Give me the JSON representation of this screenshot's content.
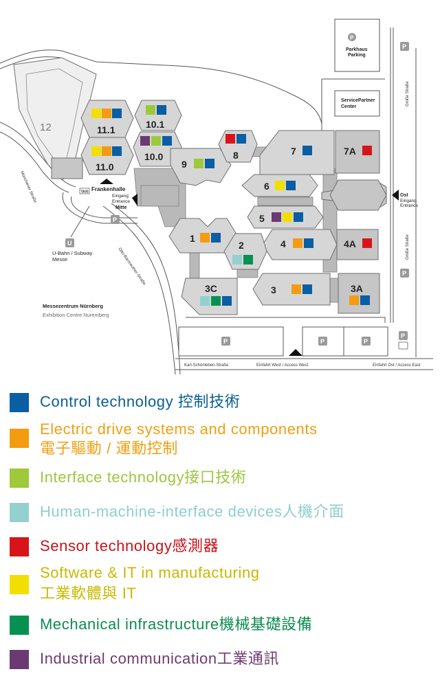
{
  "colors": {
    "control": "#0a5ea3",
    "electric": "#f39c12",
    "interface": "#9dc93b",
    "hmi": "#93d0ce",
    "sensor": "#d7141a",
    "software": "#f2df00",
    "mechanical": "#069152",
    "communication": "#6b3a73",
    "control_text": "#0a5e92",
    "electric_text": "#f0a012",
    "interface_text": "#9cc63f",
    "hmi_text": "#8ecfcd",
    "sensor_text": "#c7131c",
    "software_text": "#c9b800",
    "mechanical_text": "#0b8c4e",
    "communication_text": "#6e3a6f"
  },
  "map": {
    "halls": {
      "h12": "12",
      "h11_1": "11.1",
      "h11_0": "11.0",
      "h10_1": "10.1",
      "h10_0": "10.0",
      "h9": "9",
      "h8": "8",
      "h7": "7",
      "h7a": "7A",
      "h6": "6",
      "h5": "5",
      "h4": "4",
      "h4a": "4A",
      "h1": "1",
      "h2": "2",
      "h3c": "3C",
      "h3": "3",
      "h3a": "3A"
    },
    "labels": {
      "parkhaus": "Parkhaus",
      "parking": "Parking",
      "service_partner": "ServicePartner",
      "center": "Center",
      "frankenhalle": "Frankenhalle",
      "eingang": "Eingang",
      "entrance": "Entrance",
      "mitte": "Mitte",
      "taxi": "TAXI",
      "ubahn_icon": "U",
      "ubahn": "U-Bahn / Subway",
      "messe": "Messe",
      "messezentrum": "Messezentrum Nürnberg",
      "exhibition": "Exhibition Centre Nuremberg",
      "ost": "Ost",
      "ost_eingang": "Eingang",
      "ost_entrance": "Entrance",
      "p": "P"
    },
    "streets": {
      "muenchener": "Münchener Straße",
      "otto": "Otto-Bärnreuther-Straße",
      "grosse1": "Große Straße",
      "grosse2": "Große Straße",
      "karl": "Karl-Schönleben-Straße",
      "einfahrt_west": "Einfahrt West / Access West",
      "einfahrt_ost": "Einfahrt Ost / Access East"
    }
  },
  "legend": [
    {
      "key": "control",
      "line1": "Control technology 控制技術",
      "line2": ""
    },
    {
      "key": "electric",
      "line1": "Electric drive systems and components",
      "line2": "電子驅動 / 運動控制"
    },
    {
      "key": "interface",
      "line1": "Interface technology接口技術",
      "line2": ""
    },
    {
      "key": "hmi",
      "line1": "Human-machine-interface devices人機介面",
      "line2": ""
    },
    {
      "key": "sensor",
      "line1": "Sensor technology感測器",
      "line2": ""
    },
    {
      "key": "software",
      "line1": "Software & IT in manufacturing",
      "line2": "工業軟體與 IT"
    },
    {
      "key": "mechanical",
      "line1": "Mechanical infrastructure機械基礎設備",
      "line2": ""
    },
    {
      "key": "communication",
      "line1": "Industrial communication工業通訊",
      "line2": ""
    }
  ]
}
